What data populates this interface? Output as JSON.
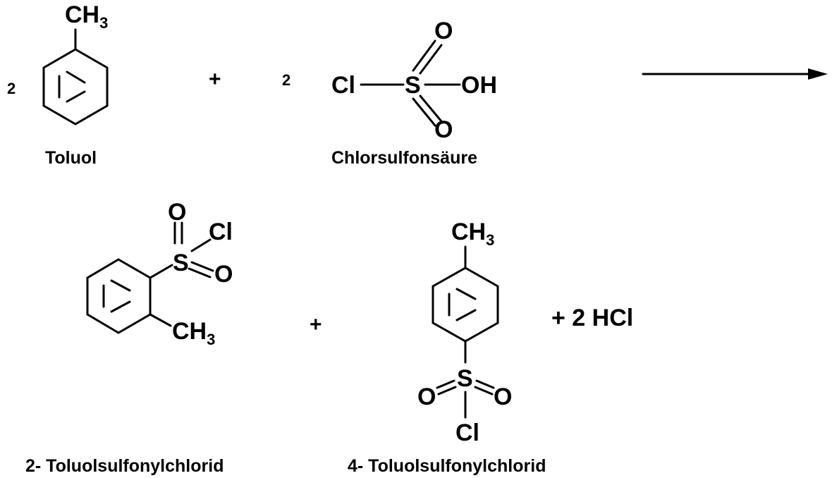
{
  "reactants": {
    "toluene": {
      "coefficient": "2",
      "label": "Toluol",
      "methyl": "CH",
      "methyl_sub": "3"
    },
    "plus": "+",
    "chlorosulfonic": {
      "coefficient": "2",
      "label": "Chlorsulfonsäure",
      "cl": "Cl",
      "s": "S",
      "o_top": "O",
      "o_bottom": "O",
      "oh": "OH"
    }
  },
  "products": {
    "ortho": {
      "label": "2- Toluolsulfonylchlorid",
      "o_top": "O",
      "s": "S",
      "cl": "Cl",
      "o_right": "O",
      "methyl": "CH",
      "methyl_sub": "3"
    },
    "plus": "+",
    "para": {
      "label": "4- Toluolsulfonylchlorid",
      "methyl": "CH",
      "methyl_sub": "3",
      "s": "S",
      "o_left": "O",
      "o_right": "O",
      "cl": "Cl"
    },
    "hcl": "+ 2 HCl"
  }
}
